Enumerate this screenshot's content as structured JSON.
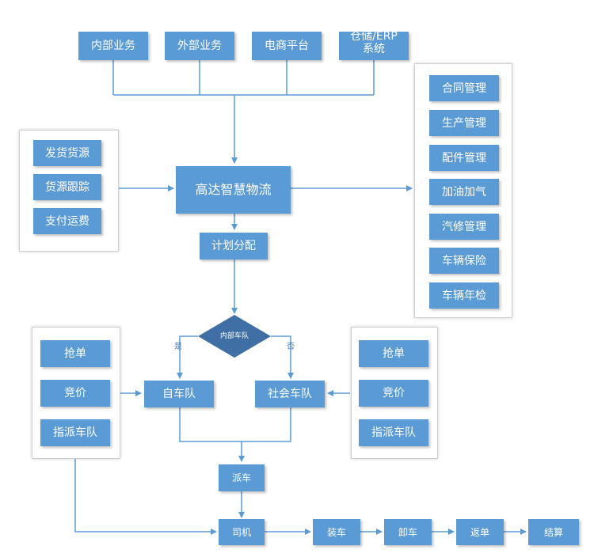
{
  "sources": {
    "internal": "内部业务",
    "external": "外部业务",
    "ecommerce": "电商平台",
    "warehouse_line1": "仓储/ERP",
    "warehouse_line2": "系统"
  },
  "left_group": [
    "发货货源",
    "货源跟踪",
    "支付运费"
  ],
  "hub": "高达智慧物流",
  "right_group": [
    "合同管理",
    "生产管理",
    "配件管理",
    "加油加气",
    "汽修管理",
    "车辆保险",
    "车辆年检"
  ],
  "plan": "计划分配",
  "decision": {
    "label": "内部车队",
    "yes": "是",
    "no": "否"
  },
  "own_fleet": "自车队",
  "social_fleet": "社会车队",
  "left_options": [
    "抢单",
    "竞价",
    "指派车队"
  ],
  "right_options": [
    "抢单",
    "竞价",
    "指派车队"
  ],
  "dispatch": "派车",
  "flow": {
    "driver": "司机",
    "load": "装车",
    "unload": "卸车",
    "return_doc": "返单",
    "settle": "结算"
  },
  "colors": {
    "box_fill": "#5b9bd5",
    "diamond_fill": "#3f6fa4",
    "connector": "#5b9bd5"
  }
}
